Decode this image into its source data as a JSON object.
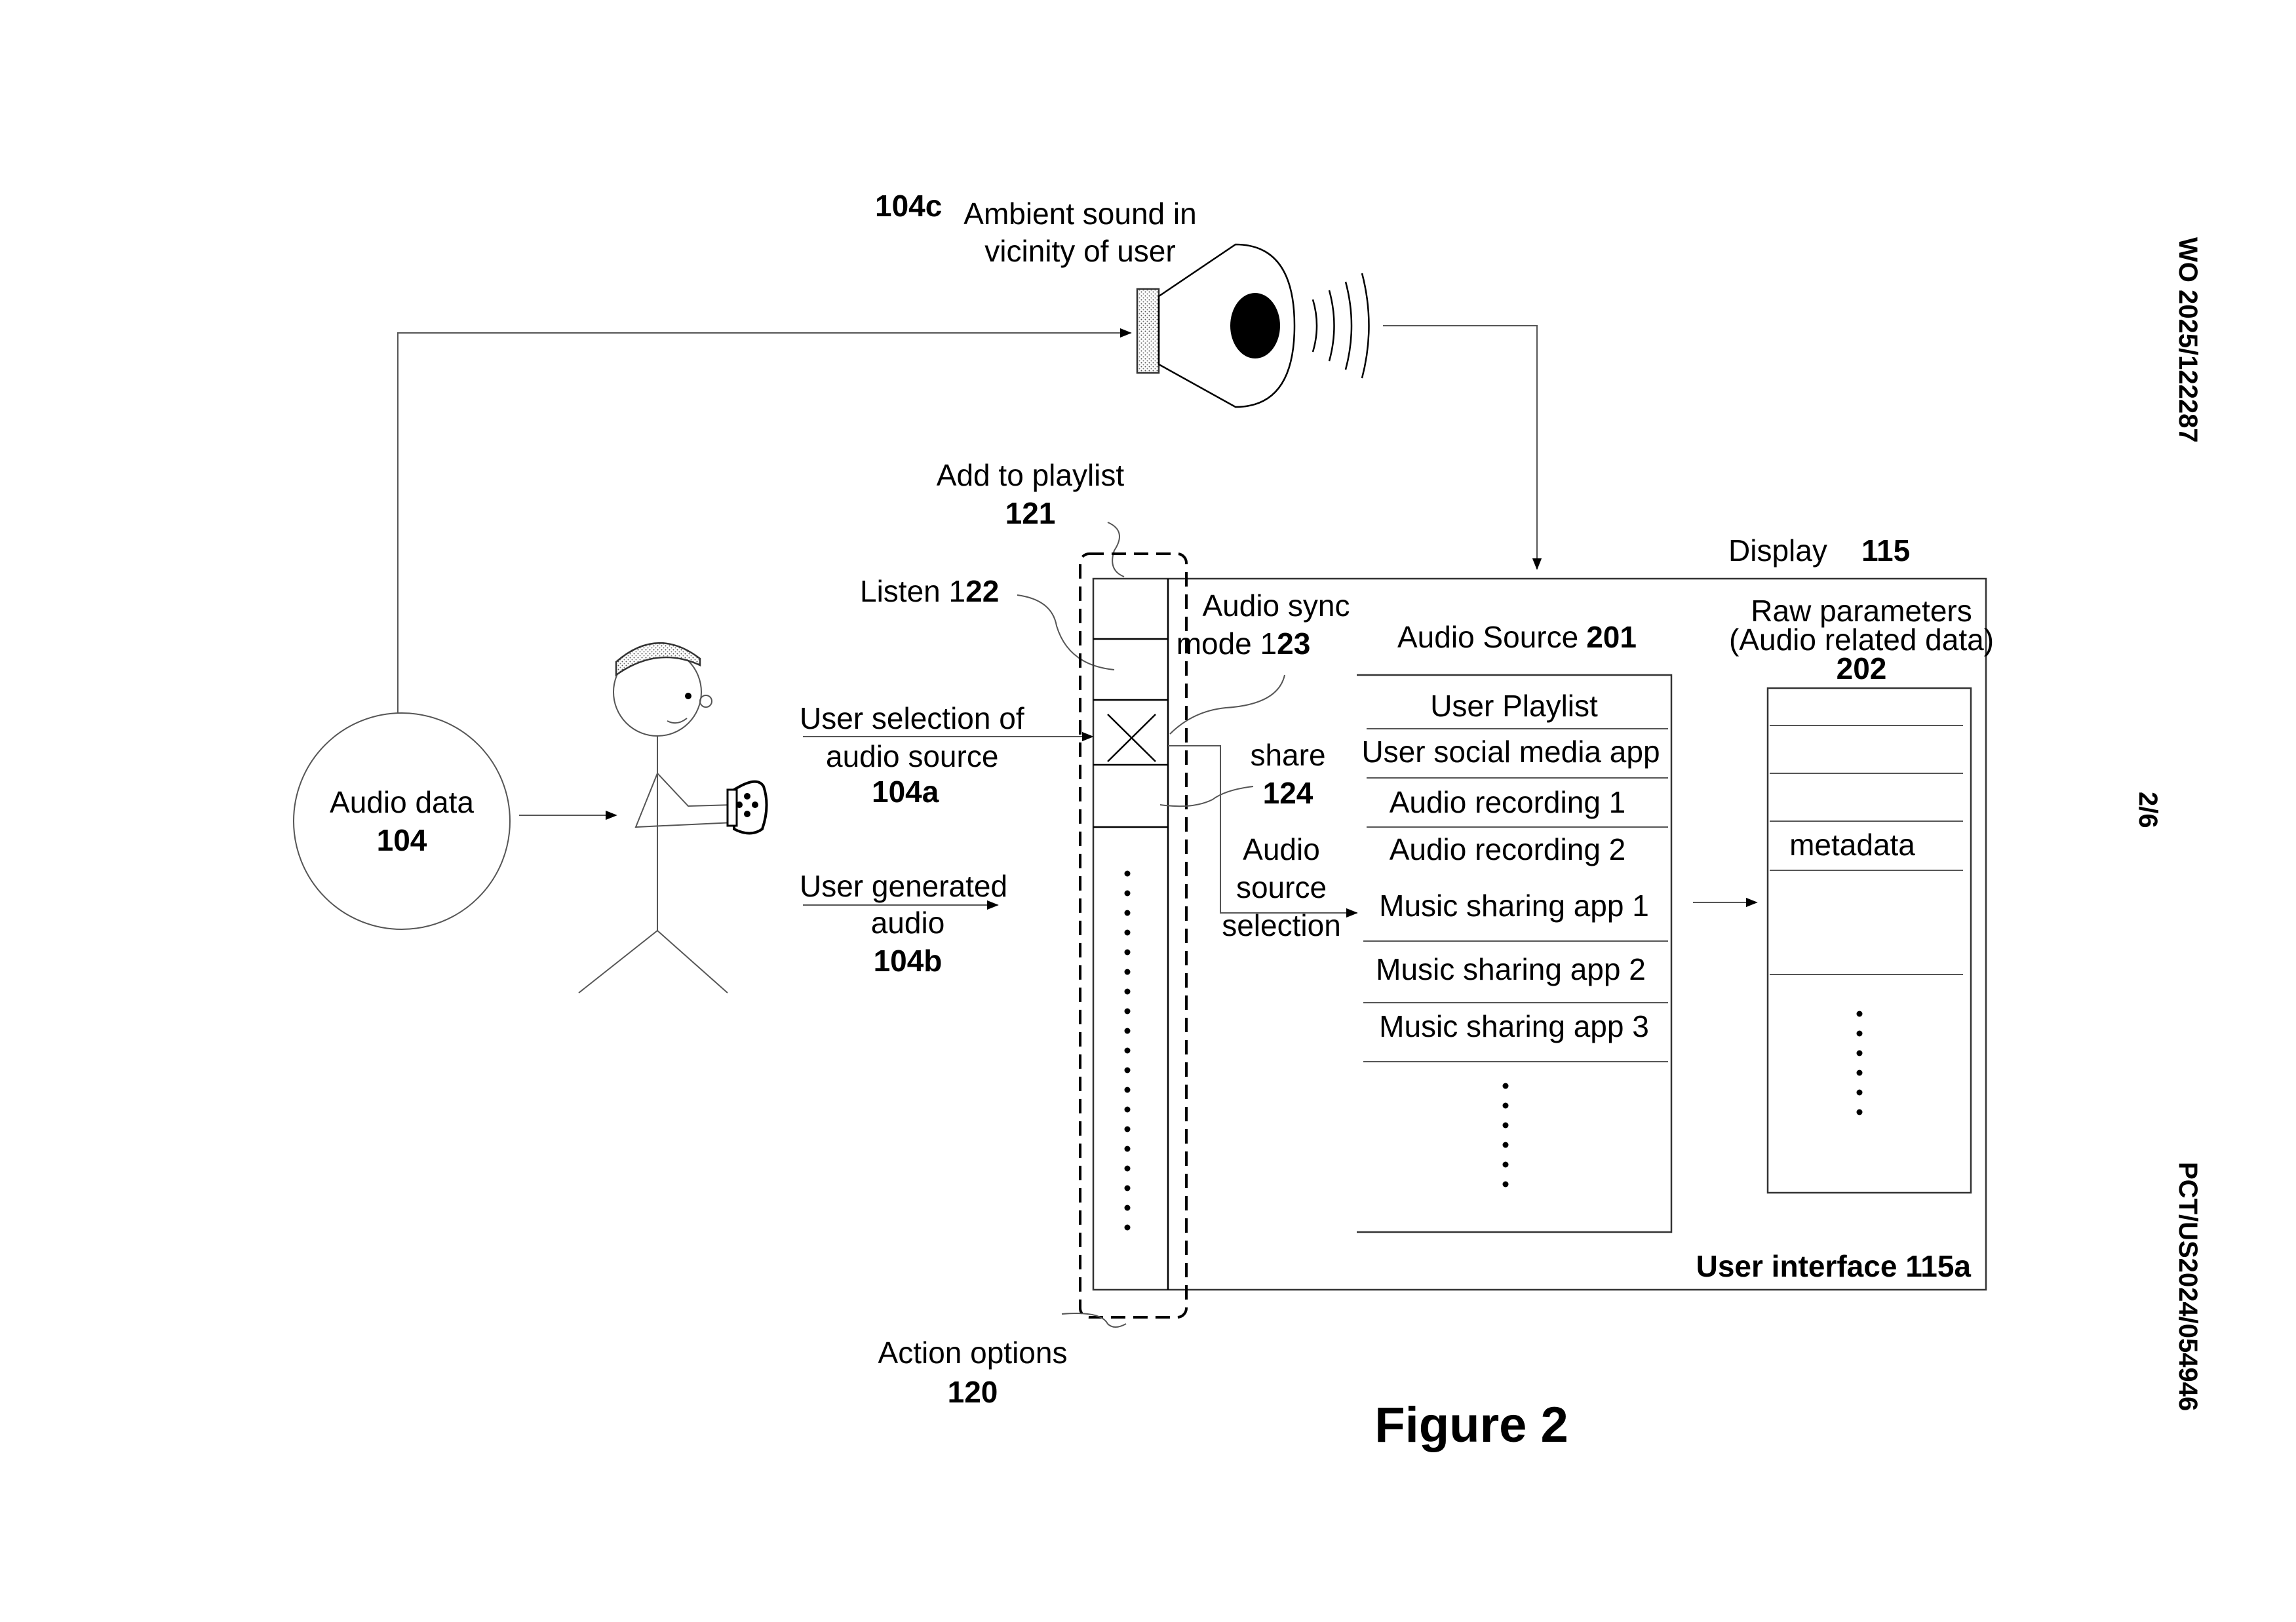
{
  "audio_data": {
    "label": "Audio data",
    "ref": "104"
  },
  "ambient": {
    "ref": "104c",
    "line1": "Ambient sound in",
    "line2": "vicinity of user"
  },
  "add_playlist": {
    "label": "Add to playlist",
    "ref": "121"
  },
  "listen": {
    "label": "Listen 1",
    "ref": "22"
  },
  "audio_sync": {
    "line1": "Audio sync",
    "line2": "mode 1",
    "ref": "23"
  },
  "user_selection": {
    "line1": "User selection of",
    "line2": "audio source",
    "ref": "104a"
  },
  "share": {
    "label": "share",
    "ref": "124"
  },
  "audio_source_selection": {
    "line1": "Audio",
    "line2": "source",
    "line3": "selection"
  },
  "user_generated": {
    "line1": "User generated",
    "line2": "audio",
    "ref": "104b"
  },
  "action_options": {
    "label": "Action options",
    "ref": "120"
  },
  "display": {
    "label": "Display",
    "ref": "115"
  },
  "user_interface": {
    "label": "User interface 115a"
  },
  "audio_source_list": {
    "title": "Audio Source",
    "ref": "201",
    "items": [
      "User Playlist",
      "User social media app",
      "Audio recording 1",
      "Audio recording 2",
      "Music sharing app 1",
      "Music sharing app 2",
      "Music sharing app 3"
    ]
  },
  "raw_params": {
    "line1": "Raw parameters",
    "line2": "(Audio related data)",
    "ref": "202",
    "metadata": "metadata"
  },
  "figure_title": "Figure 2",
  "side_top": "WO 2025/122287",
  "side_mid": "2/6",
  "side_bottom": "PCT/US2024/054946"
}
